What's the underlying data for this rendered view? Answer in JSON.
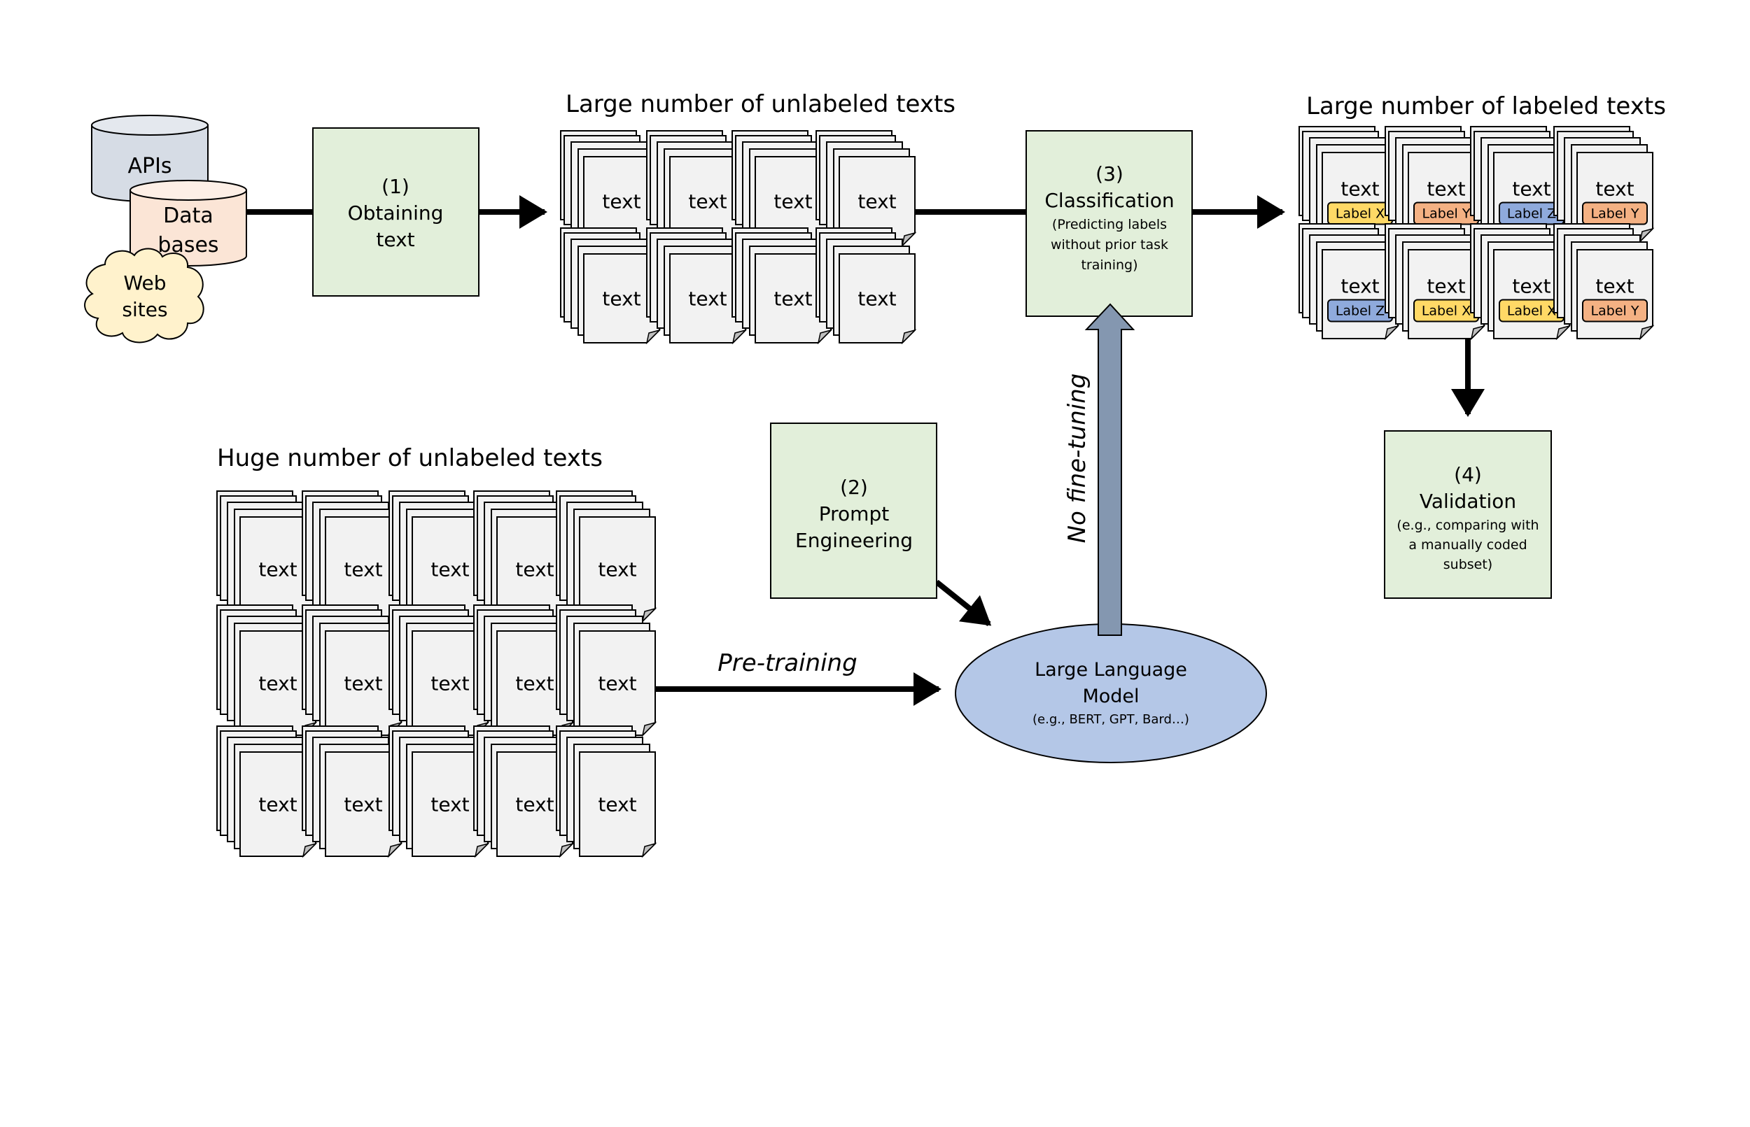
{
  "sources": {
    "apis": "APIs",
    "databases": [
      "Data",
      "bases"
    ],
    "websites": [
      "Web",
      "sites"
    ]
  },
  "steps": {
    "obtaining": {
      "number": "(1)",
      "title": [
        "Obtaining",
        "text"
      ]
    },
    "prompt": {
      "number": "(2)",
      "title": [
        "Prompt",
        "Engineering"
      ]
    },
    "classification": {
      "number": "(3)",
      "title": [
        "Classification"
      ],
      "subtitle": [
        "(Predicting labels",
        "without prior task",
        "training)"
      ]
    },
    "validation": {
      "number": "(4)",
      "title": [
        "Validation"
      ],
      "subtitle": [
        "(e.g., comparing with",
        "a manually coded",
        "subset)"
      ]
    }
  },
  "groups": {
    "unlabeled_large": {
      "title": "Large number of unlabeled texts",
      "doc_text": "text",
      "rows": 2,
      "cols": 4
    },
    "labeled_large": {
      "title": "Large number of labeled texts",
      "doc_text": "text",
      "labels": [
        [
          "Label X",
          "Label Y",
          "Label Z",
          "Label Y"
        ],
        [
          "Label Z",
          "Label X",
          "Label X",
          "Label Y"
        ]
      ]
    },
    "unlabeled_huge": {
      "title": "Huge number of unlabeled texts",
      "doc_text": "text",
      "rows": 3,
      "cols": 5
    }
  },
  "llm": {
    "title": [
      "Large Language",
      "Model"
    ],
    "subtitle": "(e.g., BERT, GPT, Bard…)"
  },
  "edges": {
    "pretraining": "Pre-training",
    "no_finetuning": "No fine-tuning"
  },
  "colors": {
    "step_box": "#e2efda",
    "doc": "#f2f2f2",
    "doc_fold": "#bfbfbf",
    "apis": "#d6dce5",
    "apis_top": "#e4e8ee",
    "databases": "#fbe5d6",
    "databases_top": "#fdefe6",
    "websites": "#fff2cc",
    "llm": "#b4c7e7",
    "big_arrow": "#8497b0",
    "label_x": "#ffd966",
    "label_y": "#f4b183",
    "label_z": "#8faadc"
  }
}
